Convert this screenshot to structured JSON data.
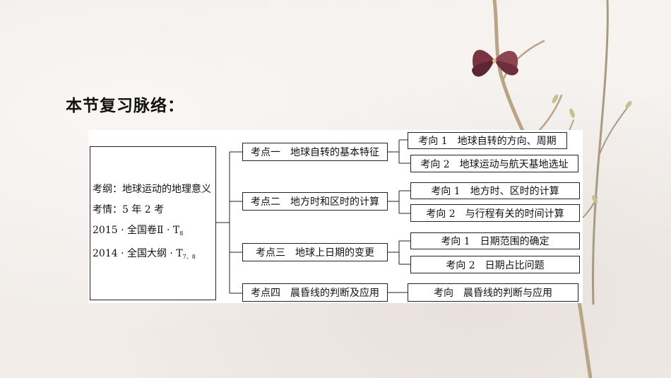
{
  "section_title": "本节复习脉络：",
  "summary": {
    "syllabus": "考纲：地球运动的地理意义",
    "exam_status": "考情：5 年 2 考",
    "record1_text": "2015 · 全国卷Ⅱ · T",
    "record1_sub": "8",
    "record2_text": "2014 · 全国大纲 · T",
    "record2_sub": "7、8"
  },
  "topics": [
    {
      "label": "考点一　地球自转的基本特征",
      "directions": [
        "考向 1　地球自转的方向、周期",
        "考向 2　地球运动与航天基地选址"
      ]
    },
    {
      "label": "考点二　地方时和区时的计算",
      "directions": [
        "考向 1　地方时、区时的计算",
        "考向 2　与行程有关的时间计算"
      ]
    },
    {
      "label": "考点三　地球上日期的变更",
      "directions": [
        "考向 1　日期范围的确定",
        "考向 2　日期占比问题"
      ]
    },
    {
      "label": "考点四　晨昏线的判断及应用",
      "directions": [
        "考向　晨昏线的判断与应用"
      ]
    }
  ]
}
